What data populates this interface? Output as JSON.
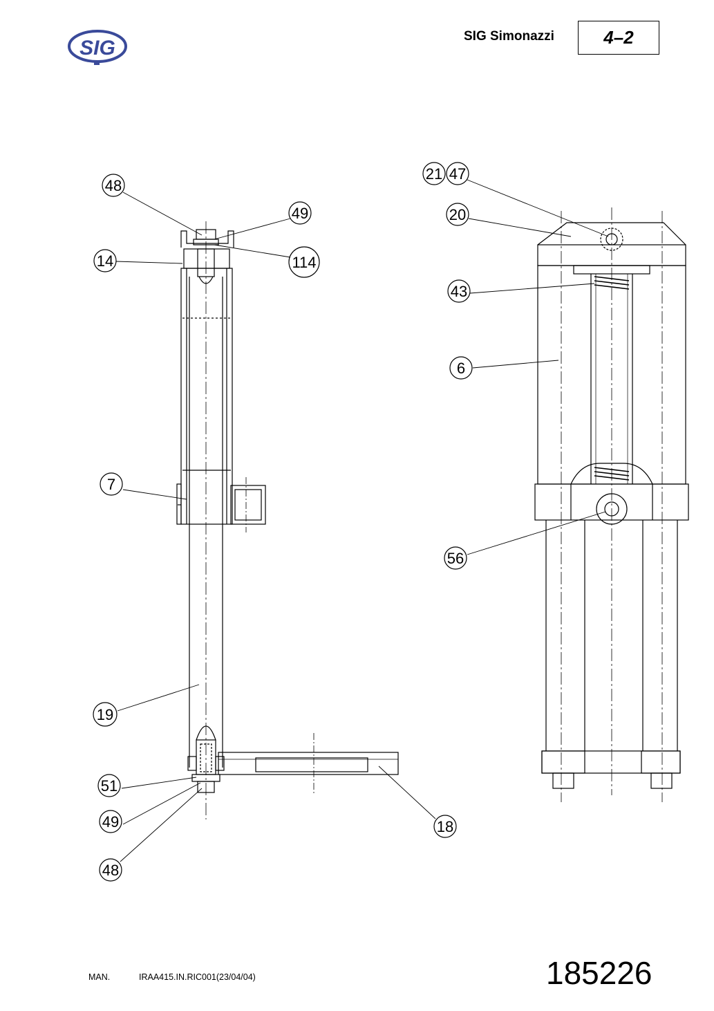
{
  "header": {
    "logo_text": "SIG",
    "company": "SIG Simonazzi",
    "page_number": "4–2"
  },
  "callouts": {
    "c48_top": "48",
    "c49_top": "49",
    "c14": "14",
    "c114": "114",
    "c7": "7",
    "c19": "19",
    "c51": "51",
    "c49_bottom": "49",
    "c48_bottom": "48",
    "c18": "18",
    "c21": "21",
    "c47": "47",
    "c20": "20",
    "c43": "43",
    "c6": "6",
    "c56": "56"
  },
  "footer": {
    "man_label": "MAN.",
    "doc_ref": "IRAA415.IN.RIC001(23/04/04)",
    "drawing_number": "185226"
  }
}
